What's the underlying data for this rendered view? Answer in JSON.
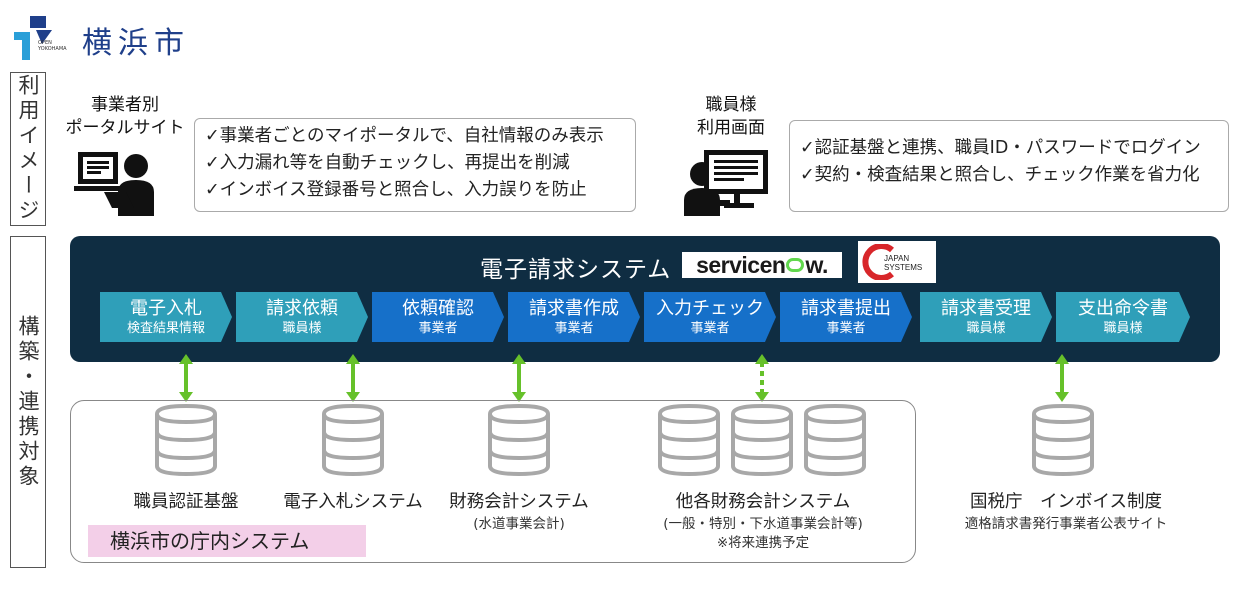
{
  "header": {
    "logo_text": "横浜市",
    "logo_mark_text": "OPEN YOKOHAMA"
  },
  "side_labels": {
    "usage": "利用イメージ",
    "build": "構築・連携対象"
  },
  "usage": {
    "business": {
      "label_line1": "事業者別",
      "label_line2": "ポータルサイト",
      "points": [
        "✓事業者ごとのマイポータルで、自社情報のみ表示",
        "✓入力漏れ等を自動チェックし、再提出を削減",
        "✓インボイス登録番号と照合し、入力誤りを防止"
      ]
    },
    "staff": {
      "label_line1": "職員様",
      "label_line2": "利用画面",
      "points": [
        "✓認証基盤と連携、職員ID・パスワードでログイン",
        "✓契約・検査結果と照合し、チェック作業を省力化"
      ]
    }
  },
  "system": {
    "title": "電子請求システム",
    "servicenow_logo": [
      "servicen",
      "w."
    ],
    "japan_systems_logo": [
      "JAPAN",
      "SYSTEMS"
    ],
    "steps": [
      {
        "title": "電子入札",
        "sub": "検査結果情報",
        "color": "teal"
      },
      {
        "title": "請求依頼",
        "sub": "職員様",
        "color": "teal"
      },
      {
        "title": "依頼確認",
        "sub": "事業者",
        "color": "blue"
      },
      {
        "title": "請求書作成",
        "sub": "事業者",
        "color": "blue"
      },
      {
        "title": "入力チェック",
        "sub": "事業者",
        "color": "blue"
      },
      {
        "title": "請求書提出",
        "sub": "事業者",
        "color": "blue"
      },
      {
        "title": "請求書受理",
        "sub": "職員様",
        "color": "teal"
      },
      {
        "title": "支出命令書",
        "sub": "職員様",
        "color": "teal"
      }
    ]
  },
  "databases": [
    {
      "label": "職員認証基盤",
      "sub": ""
    },
    {
      "label": "電子入札システム",
      "sub": ""
    },
    {
      "label": "財務会計システム",
      "sub": "(水道事業会計)"
    },
    {
      "label": "他各財務会計システム",
      "sub": "(一般・特別・下水道事業会計等)",
      "note": "※将来連携予定"
    },
    {
      "label": "国税庁　インボイス制度",
      "sub": "適格請求書発行事業者公表サイト"
    }
  ],
  "internal_label": "横浜市の庁内システム",
  "colors": {
    "panel": "#0f2d42",
    "teal_step": "#2f9fb9",
    "blue_step": "#1670c9",
    "arrow": "#66c12a",
    "internal_label_bg": "#f3cfe8",
    "logo_blue": "#1f3f8a"
  }
}
